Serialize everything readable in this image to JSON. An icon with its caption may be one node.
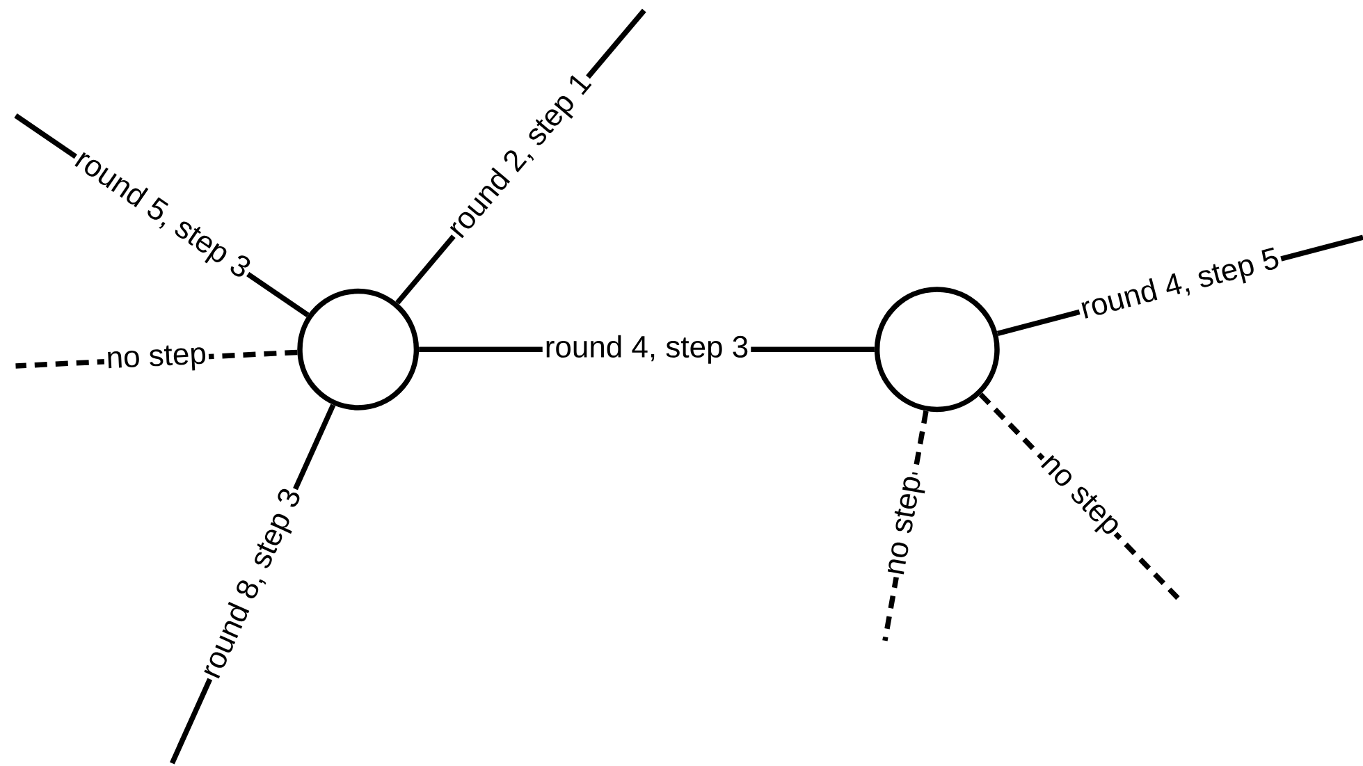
{
  "diagram": {
    "nodes": [
      {
        "text": [],
        "shape": "circle"
      },
      {
        "text": [],
        "shape": "circle"
      }
    ],
    "edges": [
      {
        "from": 0,
        "to": null,
        "arrow": "none",
        "label": "round 2, step 1"
      },
      {
        "from": 0,
        "to": null,
        "arrow": "none",
        "label": "round 5, step 3"
      },
      {
        "from": 0,
        "to": null,
        "arrow": "none",
        "label": "no step",
        "style": "dashed"
      },
      {
        "from": 0,
        "to": null,
        "arrow": "none",
        "label": "round 8, step 3"
      },
      {
        "from": 0,
        "to": 1,
        "arrow": "none",
        "label": "round 4, step 3"
      },
      {
        "from": 1,
        "to": null,
        "arrow": "none",
        "label": "round 4, step 5"
      },
      {
        "from": 1,
        "to": null,
        "arrow": "none",
        "label": "no step",
        "style": "dashed"
      },
      {
        "from": 1,
        "to": null,
        "arrow": "none",
        "label": "no step",
        "style": "dashed"
      }
    ]
  }
}
